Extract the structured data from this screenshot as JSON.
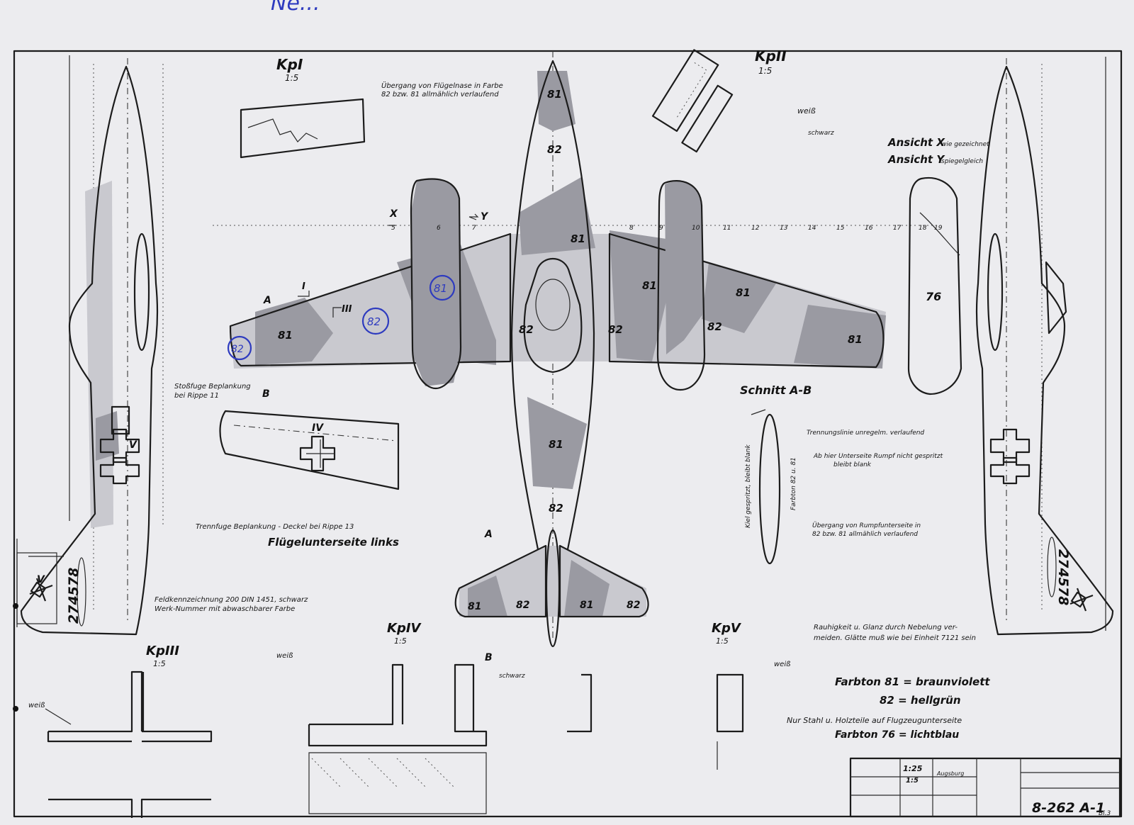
{
  "sheet": {
    "top_scribble": "Ne...",
    "drawing_number": "8-262 A-1",
    "sheet_label": "Bl.3",
    "scale_main": "1:25",
    "scale_detail": "1:5",
    "place": "Augsburg"
  },
  "detail_labels": {
    "kp1": "KpI",
    "kp2": "KpII",
    "kp3": "KpIII",
    "kp4": "KpIV",
    "kp5": "KpV",
    "kp_scale": "1:5"
  },
  "views": {
    "ansicht_x": "Ansicht X",
    "ansicht_x_note": "wie gezeichnet",
    "ansicht_y": "Ansicht Y",
    "ansicht_y_note": "spiegelgleich",
    "schnitt": "Schnitt A-B",
    "wing_underside": "Flügelunterseite links"
  },
  "camouflage_zones": {
    "violet": "81",
    "green": "82",
    "lightblue": "76"
  },
  "section_markers": {
    "a": "A",
    "b": "B",
    "x": "X",
    "y": "Y",
    "r1": "I",
    "r3": "III",
    "r4": "IV",
    "r5": "V",
    "scale_marks": [
      "5",
      "6",
      "7",
      "8",
      "9",
      "10",
      "11",
      "12",
      "13",
      "14",
      "15",
      "16",
      "17",
      "18",
      "19"
    ]
  },
  "annotations": {
    "uebergang_fluegel_1": "Übergang von Flügelnase in Farbe",
    "uebergang_fluegel_2": "82 bzw. 81 allmählich verlaufend",
    "weiss": "weiß",
    "schwarz": "schwarz",
    "stossfuge_1": "Stoßfuge Beplankung",
    "stossfuge_2": "bei Rippe 11",
    "trennfuge": "Trennfuge Beplankung - Deckel bei Rippe 13",
    "trennungslinie": "Trennungslinie unregelm. verlaufend",
    "rumpf_unterseite_1": "Ab hier Unterseite Rumpf nicht gespritzt",
    "rumpf_unterseite_2": "bleibt blank",
    "kiel": "Kiel gespritzt, bleibt blank",
    "farbton_kiel": "Farbton 82 u. 81",
    "uebergang_rumpf_1": "Übergang von Rumpfunterseite in",
    "uebergang_rumpf_2": "82 bzw. 81 allmählich verlaufend",
    "rauhigkeit_1": "Rauhigkeit u. Glanz durch Nebelung ver-",
    "rauhigkeit_2": "meiden. Glätte muß wie bei Einheit 7121 sein",
    "werknummer_1": "Feldkennzeichnung 200 DIN 1451, schwarz",
    "werknummer_2": "Werk-Nummer mit abwaschbarer Farbe",
    "werk_nummer": "274578"
  },
  "legend": {
    "line1": "Farbton 81 = braunviolett",
    "line2": "82 = hellgrün",
    "line3": "Nur Stahl u. Holzteile auf Flugzeugunterseite",
    "line4": "Farbton 76 = lichtblau"
  },
  "handwritten": {
    "circle_1": "81",
    "circle_2": "82",
    "circle_3": "82"
  }
}
